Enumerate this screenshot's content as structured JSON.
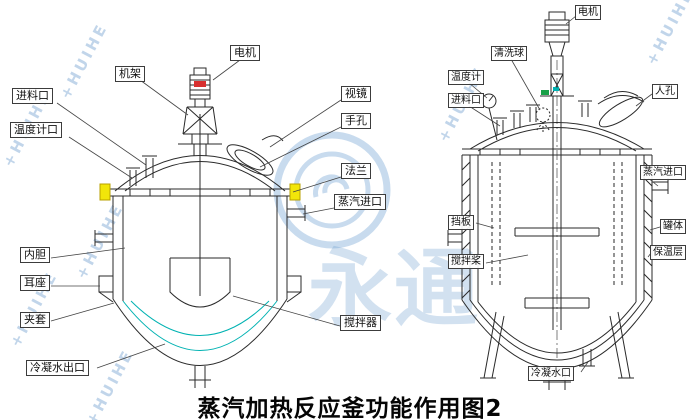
{
  "title": "蒸汽加热反应釜功能作用图2",
  "watermark": {
    "brand": "+HUIHE",
    "center_text": "永通"
  },
  "colors": {
    "line": "#2a2a2a",
    "leader": "#444444",
    "accent_yellow": "#f2e60a",
    "accent_red": "#d83030",
    "accent_teal": "#00b2b2",
    "accent_green": "#18a048",
    "watermark_blue": "#7da8d4"
  },
  "left_diagram": {
    "labels": {
      "motor": "电机",
      "frame": "机架",
      "feed_port": "进料口",
      "thermometer_port": "温度计口",
      "sight_glass": "视镜",
      "hand_hole": "手孔",
      "flange": "法兰",
      "steam_inlet": "蒸汽进口",
      "inner_liner": "内胆",
      "lug": "耳座",
      "jacket": "夹套",
      "condensate_outlet": "冷凝水出口",
      "agitator": "搅拌器"
    }
  },
  "right_diagram": {
    "labels": {
      "motor": "电机",
      "cleaning_ball": "清洗球",
      "thermometer": "温度计",
      "feed_port": "进料口",
      "manhole": "人孔",
      "steam_inlet": "蒸汽进口",
      "tank_body": "罐体",
      "insulation": "保温层",
      "baffle": "挡板",
      "agitator_paddle": "搅拌桨",
      "condensate_port": "冷凝水口"
    }
  }
}
